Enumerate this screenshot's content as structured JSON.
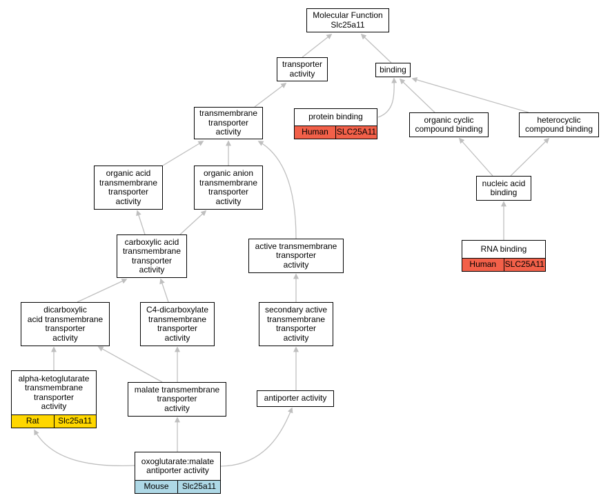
{
  "diagram": {
    "edge_color": "#bfbfbf",
    "annotation_colors": {
      "human": "#f26049",
      "rat": "#ffd700",
      "mouse": "#aed8e6"
    },
    "nodes": {
      "root": {
        "label": "Molecular Function\nSlc25a11"
      },
      "transporter_activity": {
        "label": "transporter\nactivity"
      },
      "binding": {
        "label": "binding"
      },
      "transmembrane_transporter": {
        "label": "transmembrane\ntransporter\nactivity"
      },
      "protein_binding": {
        "label": "protein binding",
        "species": "Human",
        "gene": "SLC25A11"
      },
      "organic_cyclic": {
        "label": "organic cyclic\ncompound binding"
      },
      "heterocyclic": {
        "label": "heterocyclic\ncompound binding"
      },
      "organic_acid": {
        "label": "organic acid\ntransmembrane\ntransporter\nactivity"
      },
      "organic_anion": {
        "label": "organic anion\ntransmembrane\ntransporter\nactivity"
      },
      "nucleic_acid": {
        "label": "nucleic acid\nbinding"
      },
      "carboxylic_acid": {
        "label": "carboxylic acid\ntransmembrane\ntransporter\nactivity"
      },
      "active_transmembrane": {
        "label": "active transmembrane\ntransporter\nactivity"
      },
      "rna_binding": {
        "label": "RNA binding",
        "species": "Human",
        "gene": "SLC25A11"
      },
      "dicarboxylic": {
        "label": "dicarboxylic\nacid transmembrane\ntransporter\nactivity"
      },
      "c4_dicarboxylate": {
        "label": "C4-dicarboxylate\ntransmembrane\ntransporter\nactivity"
      },
      "secondary_active": {
        "label": "secondary active\ntransmembrane\ntransporter\nactivity"
      },
      "alpha_ketoglutarate": {
        "label": "alpha-ketoglutarate\ntransmembrane\ntransporter\nactivity",
        "species": "Rat",
        "gene": "Slc25a11"
      },
      "malate_transmembrane": {
        "label": "malate transmembrane\ntransporter\nactivity"
      },
      "antiporter": {
        "label": "antiporter activity"
      },
      "oxoglutarate_malate": {
        "label": "oxoglutarate:malate\nantiporter activity",
        "species": "Mouse",
        "gene": "Slc25a11"
      }
    }
  }
}
